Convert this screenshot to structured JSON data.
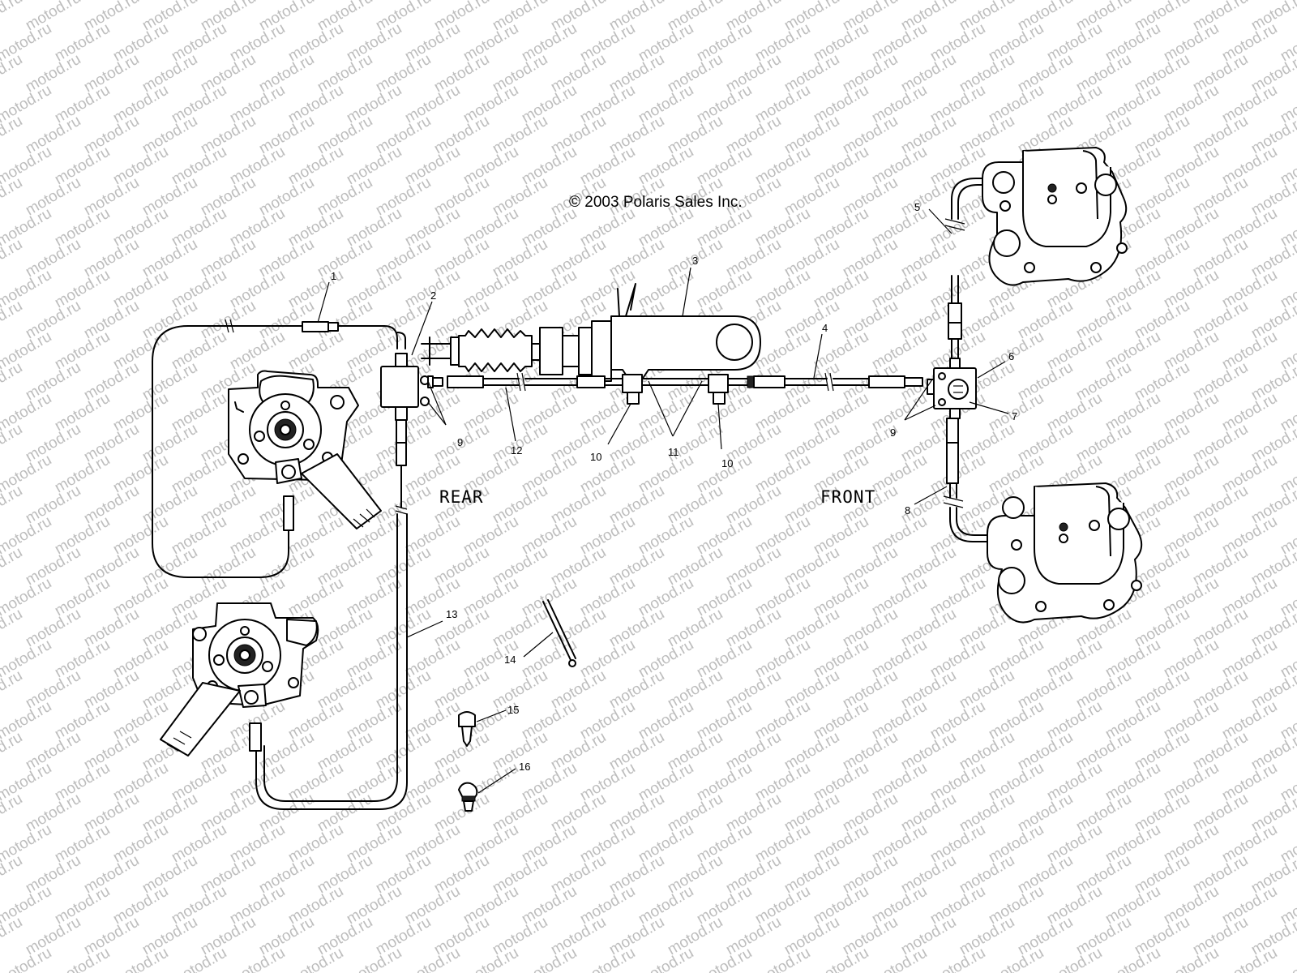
{
  "diagram": {
    "copyright": "© 2003 Polaris Sales Inc.",
    "watermark": "motod.ru",
    "labels": {
      "rear": "REAR",
      "front": "FRONT"
    },
    "callouts": [
      "1",
      "2",
      "3",
      "4",
      "5",
      "6",
      "7",
      "8",
      "9",
      "9",
      "10",
      "10",
      "11",
      "12",
      "13",
      "14",
      "15",
      "16"
    ]
  }
}
